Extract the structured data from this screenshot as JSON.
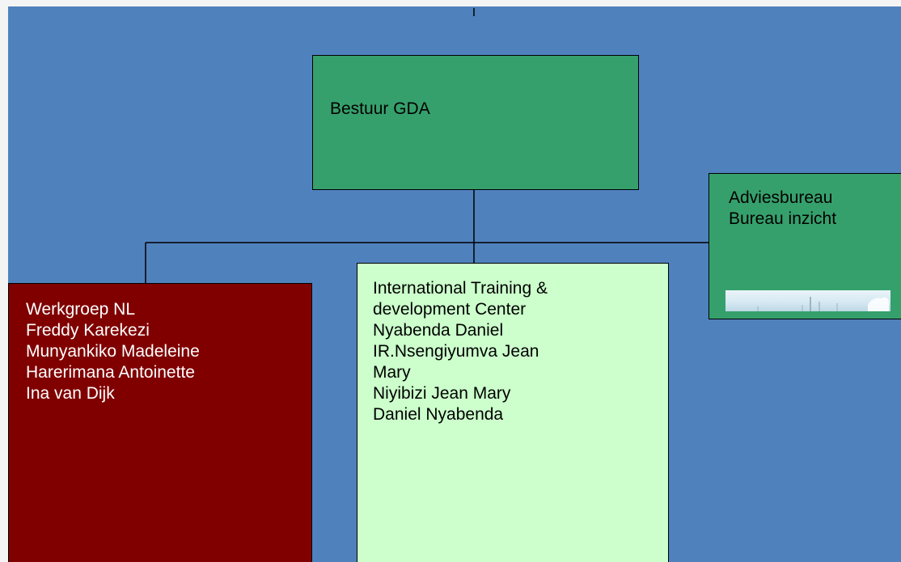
{
  "diagram": {
    "nodes": {
      "board": {
        "label": "Bestuur GDA"
      },
      "advice": {
        "label": "Adviesbureau\nBureau inzicht"
      },
      "workgroup": {
        "label": "Werkgroep NL\nFreddy  Karekezi\nMunyankiko Madeleine\nHarerimana Antoinette\nIna van Dijk"
      },
      "training": {
        "label": "International Training &\ndevelopment Center\nNyabenda Daniel\nIR.Nsengiyumva Jean\nMary\nNiyibizi Jean Mary\nDaniel Nyabenda"
      }
    },
    "colors": {
      "background": "#4f81bd",
      "board": "#36a06c",
      "advice": "#36a06c",
      "workgroup": "#800000",
      "training": "#ccffcc",
      "connector": "#000000"
    }
  }
}
